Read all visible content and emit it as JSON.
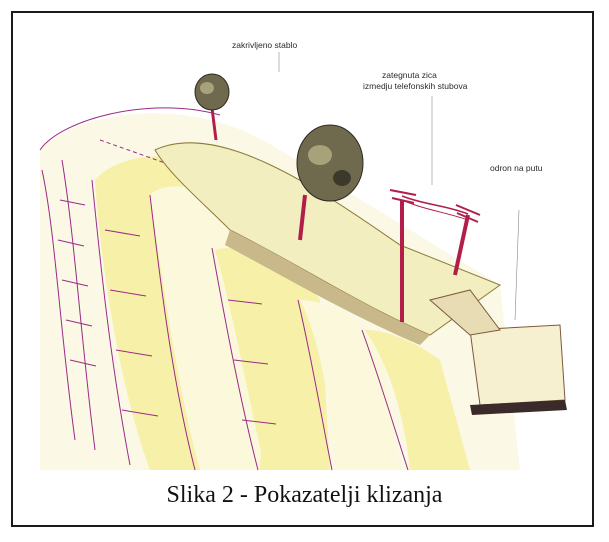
{
  "figure": {
    "caption": "Slika 2 - Pokazatelji klizanja",
    "labels": {
      "tree": "zakrivljeno stablo",
      "wire_line1": "zategnuta zica",
      "wire_line2": "izmedju telefonskih stubova",
      "road": "odron na putu"
    }
  },
  "colors": {
    "frame": "#1a1a1a",
    "layer_yellow": "#f6f0a8",
    "layer_pale": "#fbf8dc",
    "bedding_lines": "#9b2a86",
    "poles": "#b21e4a",
    "tree_canopy": "#6f6a4e"
  }
}
